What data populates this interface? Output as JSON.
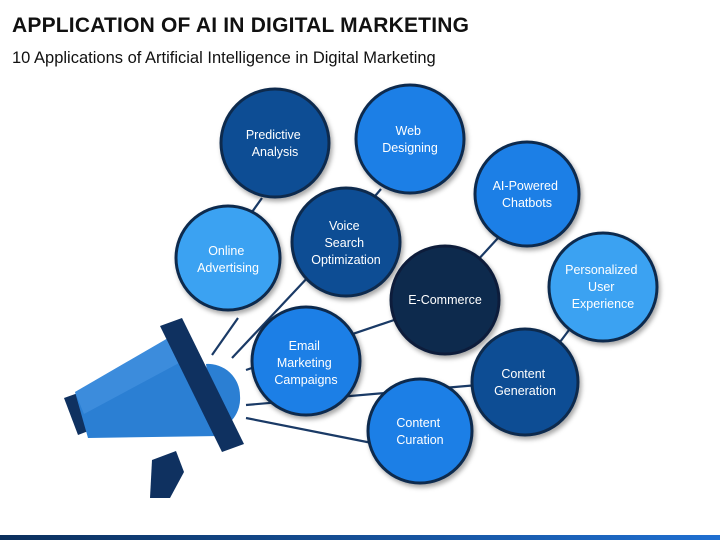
{
  "header": {
    "title": "APPLICATION OF AI IN DIGITAL MARKETING",
    "subtitle": "10 Applications of Artificial Intelligence in Digital Marketing"
  },
  "colors": {
    "navy": "#0d2a4d",
    "dark_blue": "#0b4d94",
    "mid_blue": "#1e7fe6",
    "light_blue": "#3aa2f2",
    "megaphone_blue": "#2b7fd3",
    "megaphone_dark": "#0f3160"
  },
  "applications": [
    {
      "id": "predictive-analysis",
      "lines": [
        "Predictive",
        "Analysis"
      ]
    },
    {
      "id": "web-designing",
      "lines": [
        "Web",
        "Designing"
      ]
    },
    {
      "id": "ai-powered-chatbots",
      "lines": [
        "AI-Powered",
        "Chatbots"
      ]
    },
    {
      "id": "online-advertising",
      "lines": [
        "Online",
        "Advertising"
      ]
    },
    {
      "id": "voice-search-optimization",
      "lines": [
        "Voice",
        "Search",
        "Optimization"
      ]
    },
    {
      "id": "personalized-user-experience",
      "lines": [
        "Personalized",
        "User",
        "Experience"
      ]
    },
    {
      "id": "e-commerce",
      "lines": [
        "E-Commerce"
      ]
    },
    {
      "id": "email-marketing-campaigns",
      "lines": [
        "Email",
        "Marketing",
        "Campaigns"
      ]
    },
    {
      "id": "content-generation",
      "lines": [
        "Content",
        "Generation"
      ]
    },
    {
      "id": "content-curation",
      "lines": [
        "Content",
        "Curation"
      ]
    }
  ]
}
